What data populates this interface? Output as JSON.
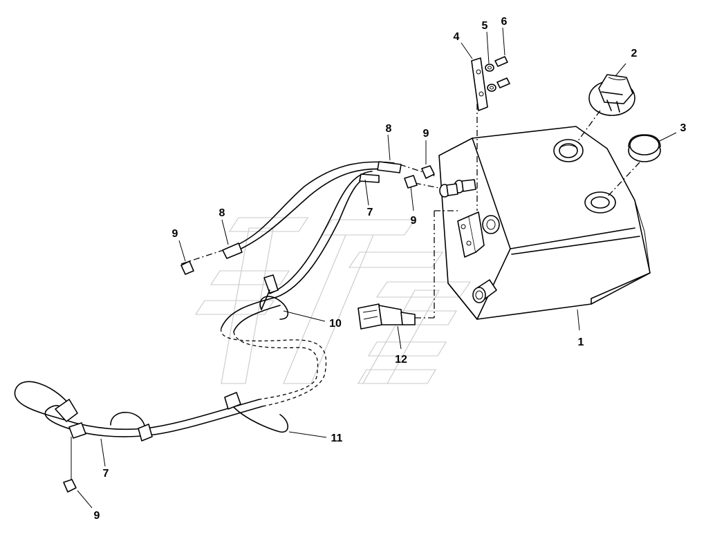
{
  "diagram": {
    "callouts": [
      {
        "id": "c1",
        "label": "1"
      },
      {
        "id": "c2",
        "label": "2"
      },
      {
        "id": "c3",
        "label": "3"
      },
      {
        "id": "c4",
        "label": "4"
      },
      {
        "id": "c5",
        "label": "5"
      },
      {
        "id": "c6",
        "label": "6"
      },
      {
        "id": "c7a",
        "label": "7"
      },
      {
        "id": "c7b",
        "label": "7"
      },
      {
        "id": "c8a",
        "label": "8"
      },
      {
        "id": "c8b",
        "label": "8"
      },
      {
        "id": "c9a",
        "label": "9"
      },
      {
        "id": "c9b",
        "label": "9"
      },
      {
        "id": "c9c",
        "label": "9"
      },
      {
        "id": "c9d",
        "label": "9"
      },
      {
        "id": "c10",
        "label": "10"
      },
      {
        "id": "c11",
        "label": "11"
      },
      {
        "id": "c12",
        "label": "12"
      }
    ]
  }
}
